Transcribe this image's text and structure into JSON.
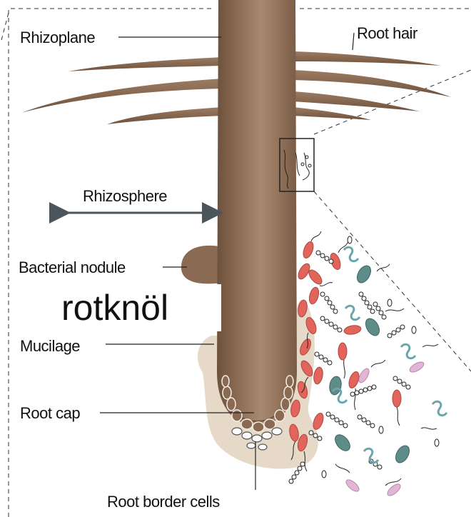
{
  "diagram": {
    "labels": {
      "rhizoplane": "Rhizoplane",
      "root_hair": "Root hair",
      "rhizosphere": "Rhizosphere",
      "bacterial_nodule": "Bacterial nodule",
      "mucilage": "Mucilage",
      "root_cap": "Root cap",
      "root_border_cells": "Root border cells"
    },
    "overlay_text": "rotknöl",
    "colors": {
      "root": "#8a6a52",
      "root_light": "#a98a70",
      "mucilage": "#e6d9c8",
      "bacteria_red": "#e2645a",
      "bacteria_teal": "#5e8c88",
      "bacteria_pink": "#e2b5d6",
      "coil_blue": "#6aa6ac",
      "arrow": "#4a555c"
    }
  }
}
